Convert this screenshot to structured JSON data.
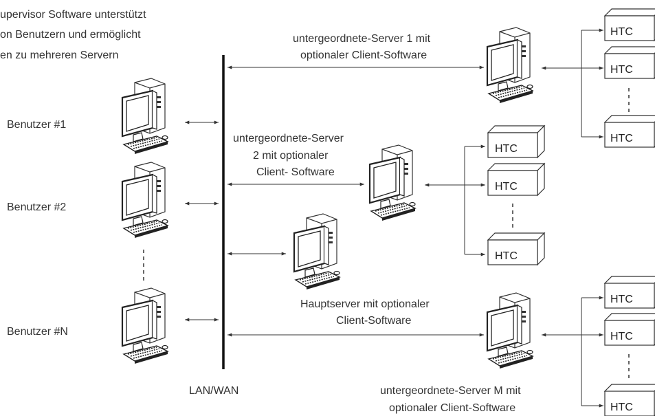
{
  "header_text": {
    "line1": "upervisor Software unterstützt",
    "line2": "on Benutzern und ermöglicht",
    "line3": "en zu mehreren Servern"
  },
  "network_label": "LAN/WAN",
  "users": [
    {
      "label": "Benutzer #1"
    },
    {
      "label": "Benutzer #2"
    },
    {
      "label": "Benutzer #N"
    }
  ],
  "servers": {
    "sub1": {
      "line1": "untergeordnete-Server 1 mit",
      "line2": "optionaler Client-Software"
    },
    "sub2": {
      "line1": "untergeordnete-Server",
      "line2": "2 mit optionaler",
      "line3": "Client- Software"
    },
    "main": {
      "line1": "Hauptserver mit optionaler",
      "line2": "Client-Software"
    },
    "subM": {
      "line1": "untergeordnete-Server M mit",
      "line2": "optionaler Client-Software"
    }
  },
  "htc_label": "HTC"
}
